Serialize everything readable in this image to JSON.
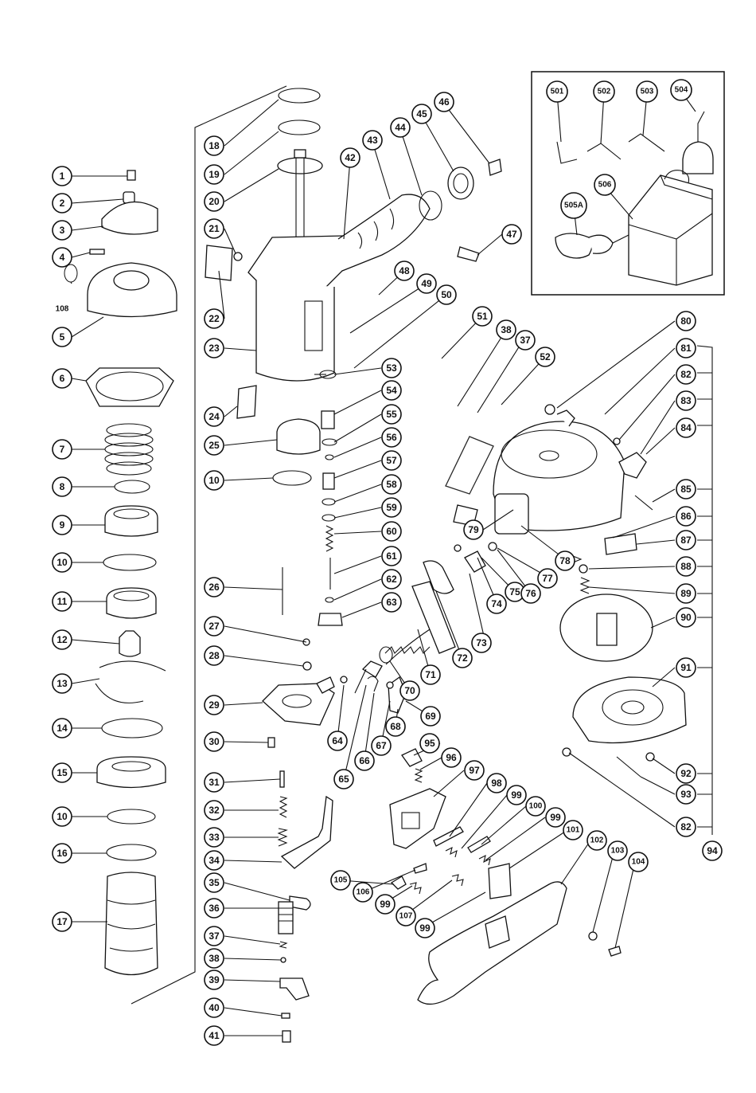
{
  "labels": {
    "1": "1",
    "2": "2",
    "3": "3",
    "4": "4",
    "5": "5",
    "6": "6",
    "7": "7",
    "8": "8",
    "9": "9",
    "10a": "10",
    "11": "11",
    "12": "12",
    "13": "13",
    "14": "14",
    "15": "15",
    "10b": "10",
    "16": "16",
    "17": "17",
    "108": "108",
    "18": "18",
    "19": "19",
    "20": "20",
    "21": "21",
    "22": "22",
    "23": "23",
    "24": "24",
    "25": "25",
    "10c": "10",
    "26": "26",
    "27": "27",
    "28": "28",
    "29": "29",
    "30": "30",
    "31": "31",
    "32": "32",
    "33": "33",
    "34": "34",
    "35": "35",
    "36": "36",
    "37a": "37",
    "38a": "38",
    "39": "39",
    "40": "40",
    "41": "41",
    "42": "42",
    "43": "43",
    "44": "44",
    "45": "45",
    "46": "46",
    "47": "47",
    "48": "48",
    "49": "49",
    "50": "50",
    "51": "51",
    "38b": "38",
    "37b": "37",
    "52": "52",
    "53": "53",
    "54": "54",
    "55": "55",
    "56": "56",
    "57": "57",
    "58": "58",
    "59": "59",
    "60": "60",
    "61": "61",
    "62": "62",
    "63": "63",
    "64": "64",
    "65": "65",
    "66": "66",
    "67": "67",
    "68": "68",
    "69": "69",
    "70": "70",
    "71": "71",
    "72": "72",
    "73": "73",
    "74": "74",
    "75": "75",
    "76": "76",
    "77": "77",
    "78": "78",
    "79": "79",
    "80": "80",
    "81": "81",
    "82a": "82",
    "83": "83",
    "84": "84",
    "85": "85",
    "86": "86",
    "87": "87",
    "88": "88",
    "89": "89",
    "90": "90",
    "91": "91",
    "92": "92",
    "93": "93",
    "82b": "82",
    "94": "94",
    "95": "95",
    "96": "96",
    "97": "97",
    "98": "98",
    "99a": "99",
    "100": "100",
    "99b": "99",
    "101": "101",
    "102": "102",
    "103": "103",
    "104": "104",
    "105": "105",
    "106": "106",
    "99c": "99",
    "107": "107",
    "99d": "99",
    "501": "501",
    "502": "502",
    "503": "503",
    "504": "504",
    "505A": "505A",
    "506": "506"
  }
}
